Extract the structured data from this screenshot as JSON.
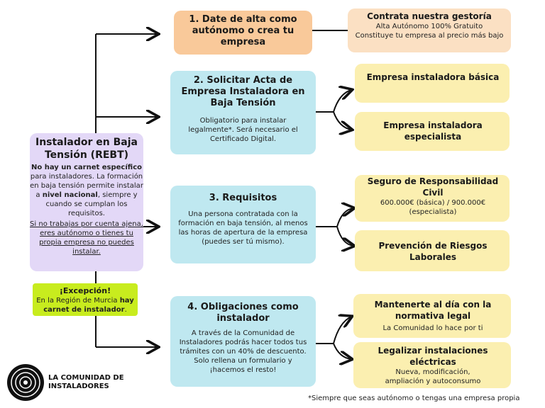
{
  "main": {
    "title": "Instalador en Baja Tensión (REBT)",
    "p1a": "No hay un carnet específico",
    "p1b": " para instaladores. La formación en baja tensión permite instalar a ",
    "p1c": "nivel nacional",
    "p1d": ", siempre y cuando se cumplan los requisitos.",
    "p2": "Si no trabajas por cuenta ajena, eres autónomo o tienes tu propia empresa no puedes instalar.",
    "exception_title": "¡Excepción!",
    "exception_a": "En la Región de Murcia ",
    "exception_b": "hay carnet de instalador",
    "exception_c": "."
  },
  "steps": [
    {
      "title": "1. Date de alta como autónomo o crea tu empresa"
    },
    {
      "title": "2. Solicitar Acta de Empresa Instaladora en Baja Tensión",
      "text": "Obligatorio para instalar legalmente*. Será necesario el Certificado Digital."
    },
    {
      "title": "3. Requisitos",
      "text": "Una persona contratada con la formación en baja tensión, al menos las horas de apertura de la empresa (puedes ser tú mismo)."
    },
    {
      "title": "4. Obligaciones como instalador",
      "text": "A través de la Comunidad de Instaladores podrás hacer todos tus trámites con un 40% de descuento. Solo rellena un formulario y ¡hacemos el resto!"
    }
  ],
  "outcomes": {
    "gestoria_title": "Contrata nuestra gestoría",
    "gestoria_line1": "Alta Autónomo 100% Gratuito",
    "gestoria_line2": "Constituye tu empresa al precio más bajo",
    "basica": "Empresa instaladora básica",
    "especialista": "Empresa instaladora especialista",
    "seguro_title": "Seguro de Responsabilidad Civil",
    "seguro_text": "600.000€ (básica) / 900.000€ (especialista)",
    "prevencion": "Prevención de Riesgos Laborales",
    "normativa_title": "Mantenerte al día con la normativa legal",
    "normativa_text": "La Comunidad lo hace por ti",
    "legalizar_title": "Legalizar instalaciones eléctricas",
    "legalizar_text": "Nueva, modificación, ampliación y autoconsumo"
  },
  "logo_text": "LA COMUNIDAD DE INSTALADORES",
  "footnote": "*Siempre que seas autónomo o tengas una empresa propia",
  "colors": {
    "lavender": "#e3d8f7",
    "orange": "#f9c99a",
    "peach": "#fbe0c3",
    "cyan": "#bfe8f0",
    "yellow": "#fbefb0",
    "lime": "#c8ec1e"
  }
}
